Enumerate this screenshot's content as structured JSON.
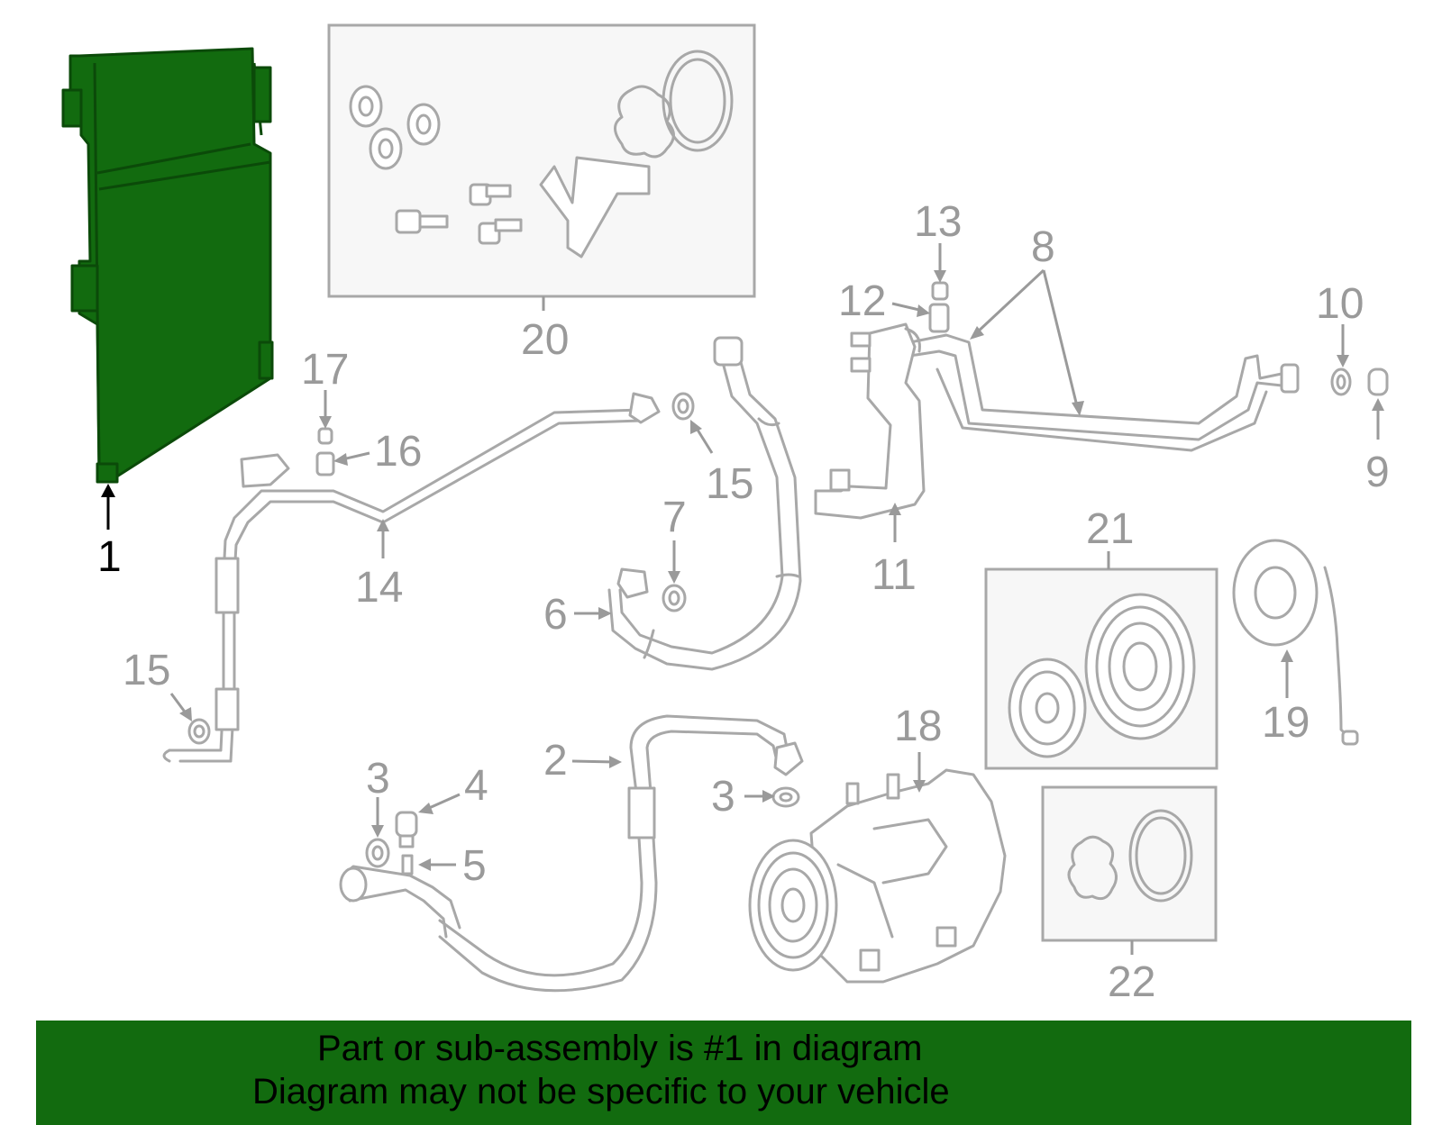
{
  "callouts": {
    "c1": "1",
    "c2": "2",
    "c3a": "3",
    "c3b": "3",
    "c4": "4",
    "c5": "5",
    "c6": "6",
    "c7": "7",
    "c8": "8",
    "c9": "9",
    "c10": "10",
    "c11": "11",
    "c12": "12",
    "c13": "13",
    "c14": "14",
    "c15a": "15",
    "c15b": "15",
    "c16": "16",
    "c17": "17",
    "c18": "18",
    "c19": "19",
    "c20": "20",
    "c21": "21",
    "c22": "22"
  },
  "highlighted_part": "1",
  "colors": {
    "highlight": "#126b0f",
    "parts": "#a8a8a8",
    "labels": "#9a9a9a",
    "banner": "#126b0f"
  },
  "banner": {
    "line1": "Part or sub-assembly is #1 in diagram",
    "line2": "Diagram may not be specific to your vehicle"
  }
}
